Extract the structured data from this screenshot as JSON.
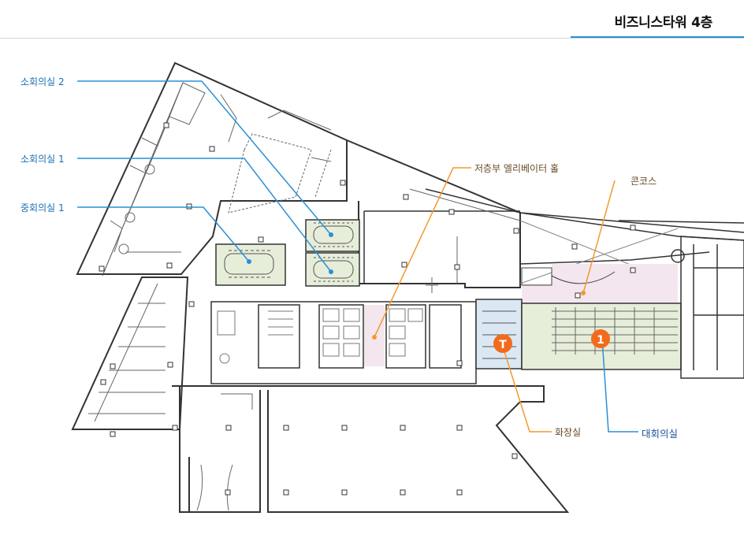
{
  "header": {
    "title": "비즈니스타워 4층"
  },
  "labels": {
    "small_room_2": "소회의실 2",
    "small_room_1": "소회의실 1",
    "medium_room_1": "중회의실 1",
    "low_elevator_hall": "저층부 엘리베이터 홀",
    "concourse": "콘코스",
    "restroom": "화장실",
    "large_room": "대회의실"
  },
  "markers": {
    "restroom_badge": "T",
    "large_room_badge": "1"
  },
  "colors": {
    "blue_leader": "#2b8fd6",
    "orange_leader": "#f39a2b",
    "room_fill": "#e6edd9",
    "highlight_pink": "#f4e6ee",
    "wall": "#333333",
    "badge": "#f26b1d"
  }
}
